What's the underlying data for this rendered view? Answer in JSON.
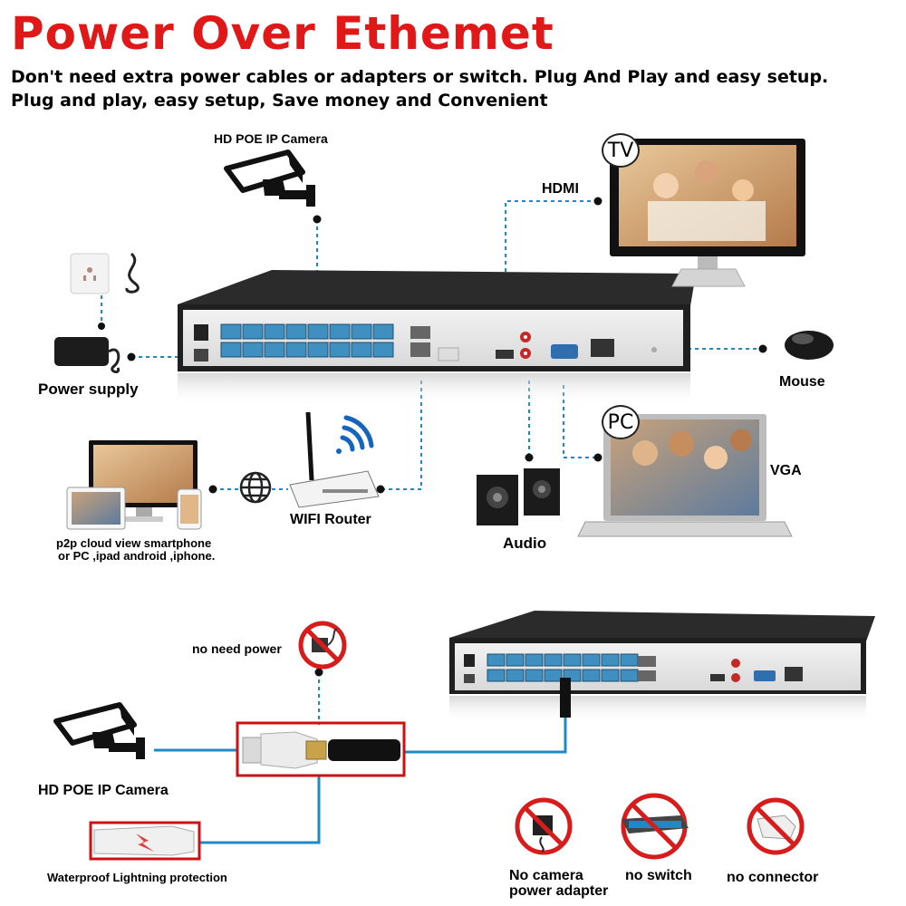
{
  "title": "Power Over Ethemet",
  "subtitle_lines": [
    "Don't need extra power cables or adapters or switch. Plug And Play and easy setup.",
    "Plug and play, easy setup, Save money and Convenient"
  ],
  "labels": {
    "camera_top": "HD POE IP Camera",
    "hdmi": "HDMI",
    "tv": "TV",
    "power_supply": "Power supply",
    "mouse": "Mouse",
    "pc": "PC",
    "vga": "VGA",
    "wifi_router": "WIFI Router",
    "audio": "Audio",
    "p2p_line1": "p2p cloud view smartphone",
    "p2p_line2": "or PC ,ipad android ,iphone.",
    "no_need_power": "no need power",
    "camera_bottom": "HD POE IP Camera",
    "waterproof": "Waterproof Lightning protection",
    "no_camera_adapter_line1": "No camera",
    "no_camera_adapter_line2": "power adapter",
    "no_switch": "no switch",
    "no_connector": "no connector"
  },
  "colors": {
    "title_red": "#e01818",
    "cable_blue": "#1e88c8",
    "nvr_body": "#2a2a2a",
    "port_blue": "#3f8fc0",
    "prohibit_red": "#d81b1b",
    "highlight_red": "#d01010"
  },
  "icons": [
    "camera-icon",
    "power-adapter-icon",
    "wall-socket-icon",
    "nvr-icon",
    "tv-icon",
    "mouse-icon",
    "laptop-icon",
    "speaker-icon",
    "router-icon",
    "wifi-icon",
    "globe-icon",
    "monitor-icon",
    "tablet-icon",
    "phone-icon",
    "prohibited-icon",
    "switch-icon",
    "rj45-connector-icon"
  ]
}
